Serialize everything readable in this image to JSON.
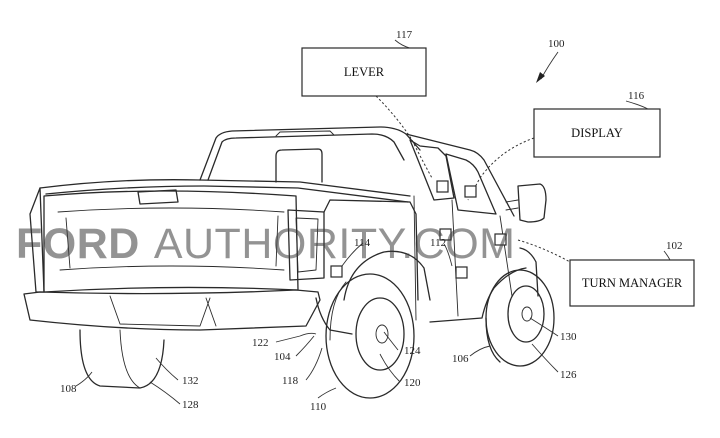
{
  "figure_number": "100",
  "boxes": {
    "lever": {
      "label": "LEVER",
      "ref": "117"
    },
    "display": {
      "label": "DISPLAY",
      "ref": "116"
    },
    "turn_manager": {
      "label": "TURN MANAGER",
      "ref": "102"
    }
  },
  "refs": {
    "r114": "114",
    "r112": "112",
    "r122": "122",
    "r104": "104",
    "r118": "118",
    "r124": "124",
    "r120": "120",
    "r110": "110",
    "r106": "106",
    "r130": "130",
    "r126": "126",
    "r108": "108",
    "r132": "132",
    "r128": "128"
  },
  "watermark": {
    "bold": "FORD",
    "light": "AUTHORITY.COM"
  }
}
